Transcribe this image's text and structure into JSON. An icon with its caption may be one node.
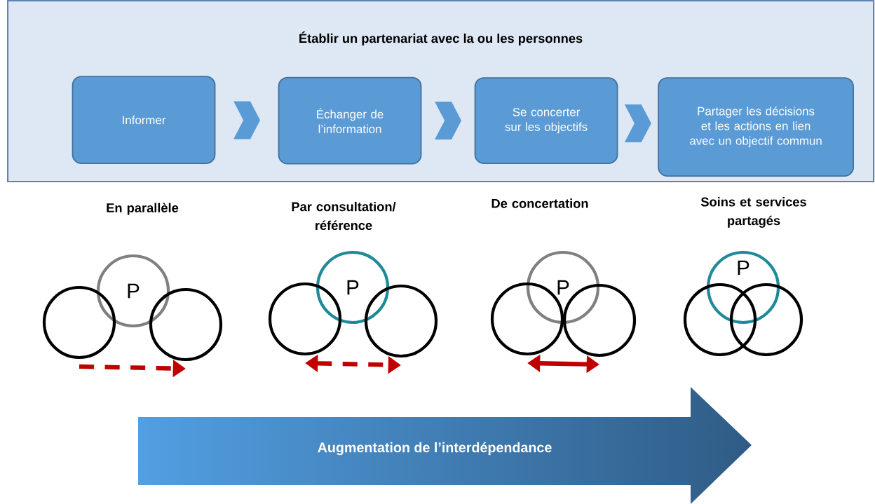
{
  "diagram": {
    "nodes": [
      {
        "text": [
          "Établir un partenariat avec la ou les personnes"
        ]
      },
      {
        "text": [
          "Informer"
        ],
        "in": 0
      },
      {
        "text": [
          "Échanger de l’information"
        ],
        "in": 0
      },
      {
        "text": [
          "Se concerter sur les objectifs"
        ],
        "in": 0
      },
      {
        "text": [
          "Partager les décisions et les actions en lien avec un objectif commun"
        ],
        "in": 0
      },
      {
        "text": [
          "P"
        ]
      },
      {
        "text": [],
        "shape": "circle"
      },
      {
        "text": [],
        "shape": "circle"
      },
      {
        "text": [
          "P"
        ]
      },
      {
        "text": [],
        "shape": "circle"
      },
      {
        "text": [],
        "shape": "circle"
      },
      {
        "text": [
          "P"
        ]
      },
      {
        "text": [],
        "shape": "circle"
      },
      {
        "text": [],
        "shape": "circle"
      },
      {
        "text": [
          "P"
        ]
      },
      {
        "text": [],
        "shape": "circle"
      },
      {
        "text": [],
        "shape": "circle"
      },
      {
        "text": [
          "Augmentation de l’interdépendance"
        ]
      }
    ],
    "edges": [
      {
        "from": 1,
        "to": 2,
        "arrow": "to"
      },
      {
        "from": 2,
        "to": 3,
        "arrow": "to"
      },
      {
        "from": 3,
        "to": 4,
        "arrow": "to"
      },
      {
        "from": 6,
        "to": 7,
        "arrow": "to",
        "style": "dashed",
        "color": "#c00000"
      },
      {
        "from": 9,
        "to": 10,
        "arrow": "both",
        "style": "dashed",
        "color": "#c00000"
      },
      {
        "from": 12,
        "to": 13,
        "arrow": "both",
        "color": "#c00000"
      }
    ],
    "labels": [
      "En parallèle",
      "Par consultation/ référence",
      "De concertation",
      "Soins et services partagés"
    ]
  }
}
